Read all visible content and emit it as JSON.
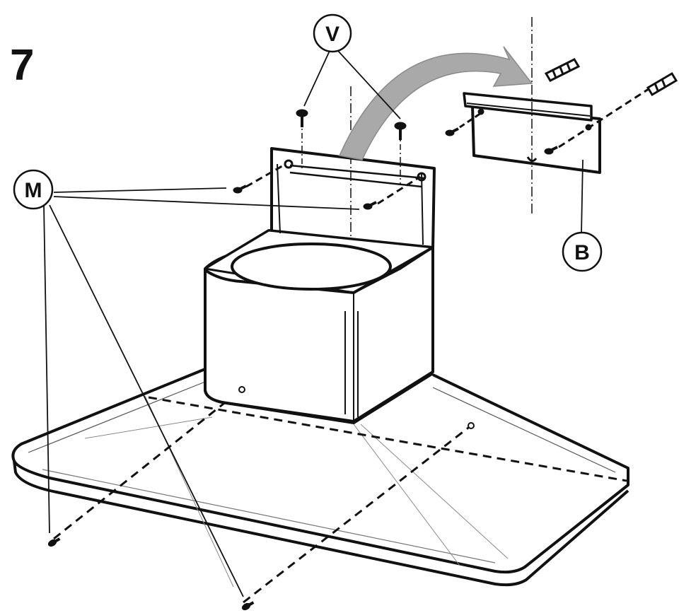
{
  "step": {
    "number": "7"
  },
  "callouts": {
    "v": "V",
    "m": "M",
    "b": "B"
  },
  "colors": {
    "ink": "#111111",
    "arrow": "#a9a9a9",
    "background": "#ffffff"
  },
  "icons": [
    "screw-icon",
    "wall-plug-icon",
    "curved-arrow-icon"
  ]
}
